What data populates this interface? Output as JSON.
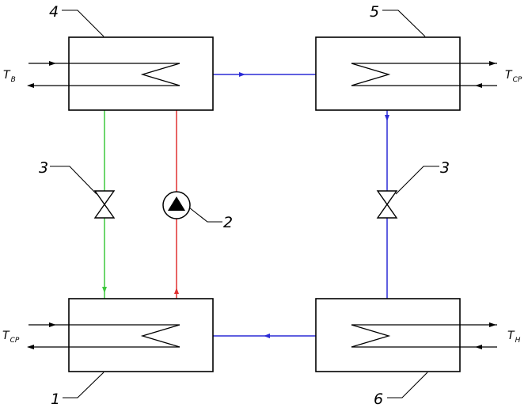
{
  "colors": {
    "line_blue": "#2b2bd6",
    "line_green": "#3cc83c",
    "line_red": "#e03030",
    "stroke": "#000000"
  },
  "components": {
    "hx1": {
      "number": "1"
    },
    "pump": {
      "number": "2"
    },
    "valve_left": {
      "number": "3"
    },
    "valve_right": {
      "number": "3"
    },
    "hx4": {
      "number": "4"
    },
    "hx5": {
      "number": "5"
    },
    "hx6": {
      "number": "6"
    }
  },
  "temperatures": {
    "tb": {
      "main": "T",
      "sub": "В"
    },
    "tcp_top": {
      "main": "T",
      "sub": "СР"
    },
    "tcp_bottom": {
      "main": "T",
      "sub": "СР"
    },
    "th": {
      "main": "T",
      "sub": "Н"
    }
  },
  "icons": [
    "heat-exchanger-coil-icon",
    "expansion-valve-icon",
    "circulation-pump-icon",
    "flow-arrow-icon"
  ]
}
